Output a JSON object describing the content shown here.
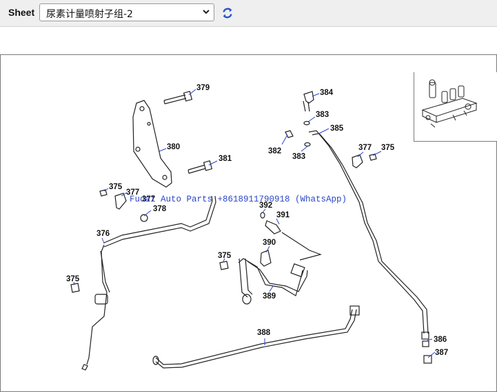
{
  "toolbar": {
    "sheet_label": "Sheet",
    "sheet_selected": "尿素计量喷射子组-2",
    "refresh_icon": "refresh-icon"
  },
  "diagram": {
    "watermark": "Fudai Auto Parts +8618911790918 (WhatsApp)",
    "callouts": [
      "379",
      "380",
      "381",
      "375",
      "377",
      "377",
      "378",
      "376",
      "375",
      "384",
      "383",
      "382",
      "383",
      "385",
      "377",
      "375",
      "392",
      "391",
      "390",
      "375",
      "389",
      "388",
      "386",
      "387"
    ]
  }
}
